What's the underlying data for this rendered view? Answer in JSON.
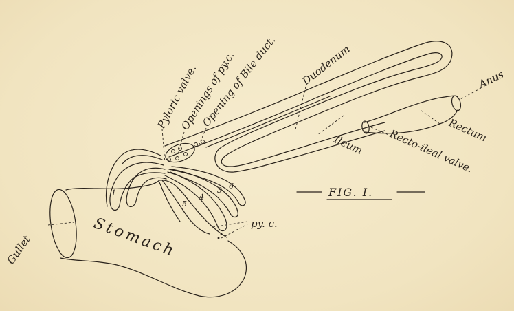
{
  "labels": {
    "gullet": "Gullet",
    "stomach": "Stomach",
    "pyloric_valve": "Pyloric valve.",
    "openings_pyc": "Openings of py.c.",
    "opening_bile_duct": "Opening of Bile duct.",
    "duodenum": "Duodenum",
    "ileum": "Ileum",
    "recto_ileal_valve": "Recto-ileal valve.",
    "rectum": "Rectum",
    "anus": "Anus",
    "pyc": "py. c.",
    "figure": "FIG. I."
  },
  "caeca_numbers": [
    "1",
    "2",
    "3",
    "4",
    "5",
    "6"
  ],
  "ink_color": "#2a231c",
  "paper_color": "#f3e8c6"
}
